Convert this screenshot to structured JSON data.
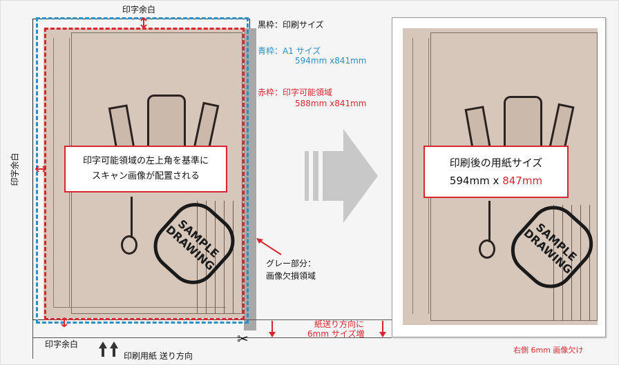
{
  "labels": {
    "top_margin": "印字余白",
    "left_margin": "印字余白",
    "bottom_margin": "印字余白",
    "feed_direction": "印刷用紙 送り方向",
    "black_frame": "黒枠：印刷サイズ",
    "blue_frame_title": "青枠：A1 サイズ",
    "blue_frame_size": "594mm x841mm",
    "red_frame_title": "赤枠：印字可能領域",
    "red_frame_size": "588mm x841mm",
    "gray_title": "グレー部分：",
    "gray_desc": "画像欠損領域",
    "paper_feed_line1": "紙送り方向に",
    "paper_feed_line2": "6mm サイズ増",
    "right_missing": "右側 6mm 画像欠け"
  },
  "callout_left": {
    "line1": "印字可能領域の左上角を基準に",
    "line2": "スキャン画像が配置される"
  },
  "callout_right": {
    "line1": "印刷後の用紙サイズ",
    "line2_prefix": "594mm x ",
    "line2_highlight": "847mm"
  },
  "stamp": {
    "line1": "SAMPLE",
    "line2": "DRAWING"
  },
  "colors": {
    "red": "#d8262f",
    "blue": "#2a8fc4",
    "drawing": "#d7c7bb",
    "arrow": "#c8c8c8"
  }
}
